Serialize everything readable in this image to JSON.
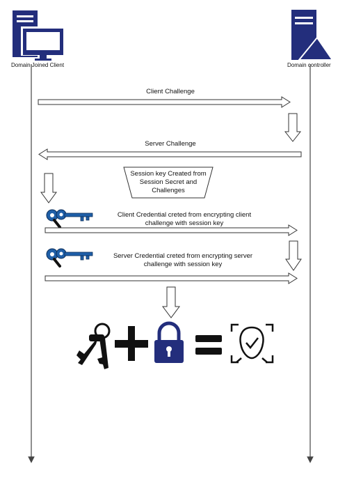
{
  "participants": {
    "client": {
      "label": "Domain Joined Client",
      "icon": "client-computer-icon"
    },
    "controller": {
      "label": "Domain controller",
      "icon": "server-icon"
    }
  },
  "messages": {
    "client_challenge": "Client Challenge",
    "server_challenge": "Server Challenge",
    "session_key_lines": [
      "Session key Created from",
      "Session Secret and",
      "Challenges"
    ],
    "client_credential_lines": [
      "Client Credential creted from encrypting client",
      "challenge with session key"
    ],
    "server_credential_lines": [
      "Server Credential creted from encrypting server",
      "challenge  with session key"
    ]
  },
  "result_equation": {
    "terms": [
      "keys-icon",
      "plus-sign",
      "padlock-icon",
      "equals-sign",
      "face-verified-icon"
    ]
  },
  "colors": {
    "navy": "#232E7C",
    "key_blue": "#1F5FA8",
    "arrow_stroke": "#333333",
    "black": "#111111"
  }
}
